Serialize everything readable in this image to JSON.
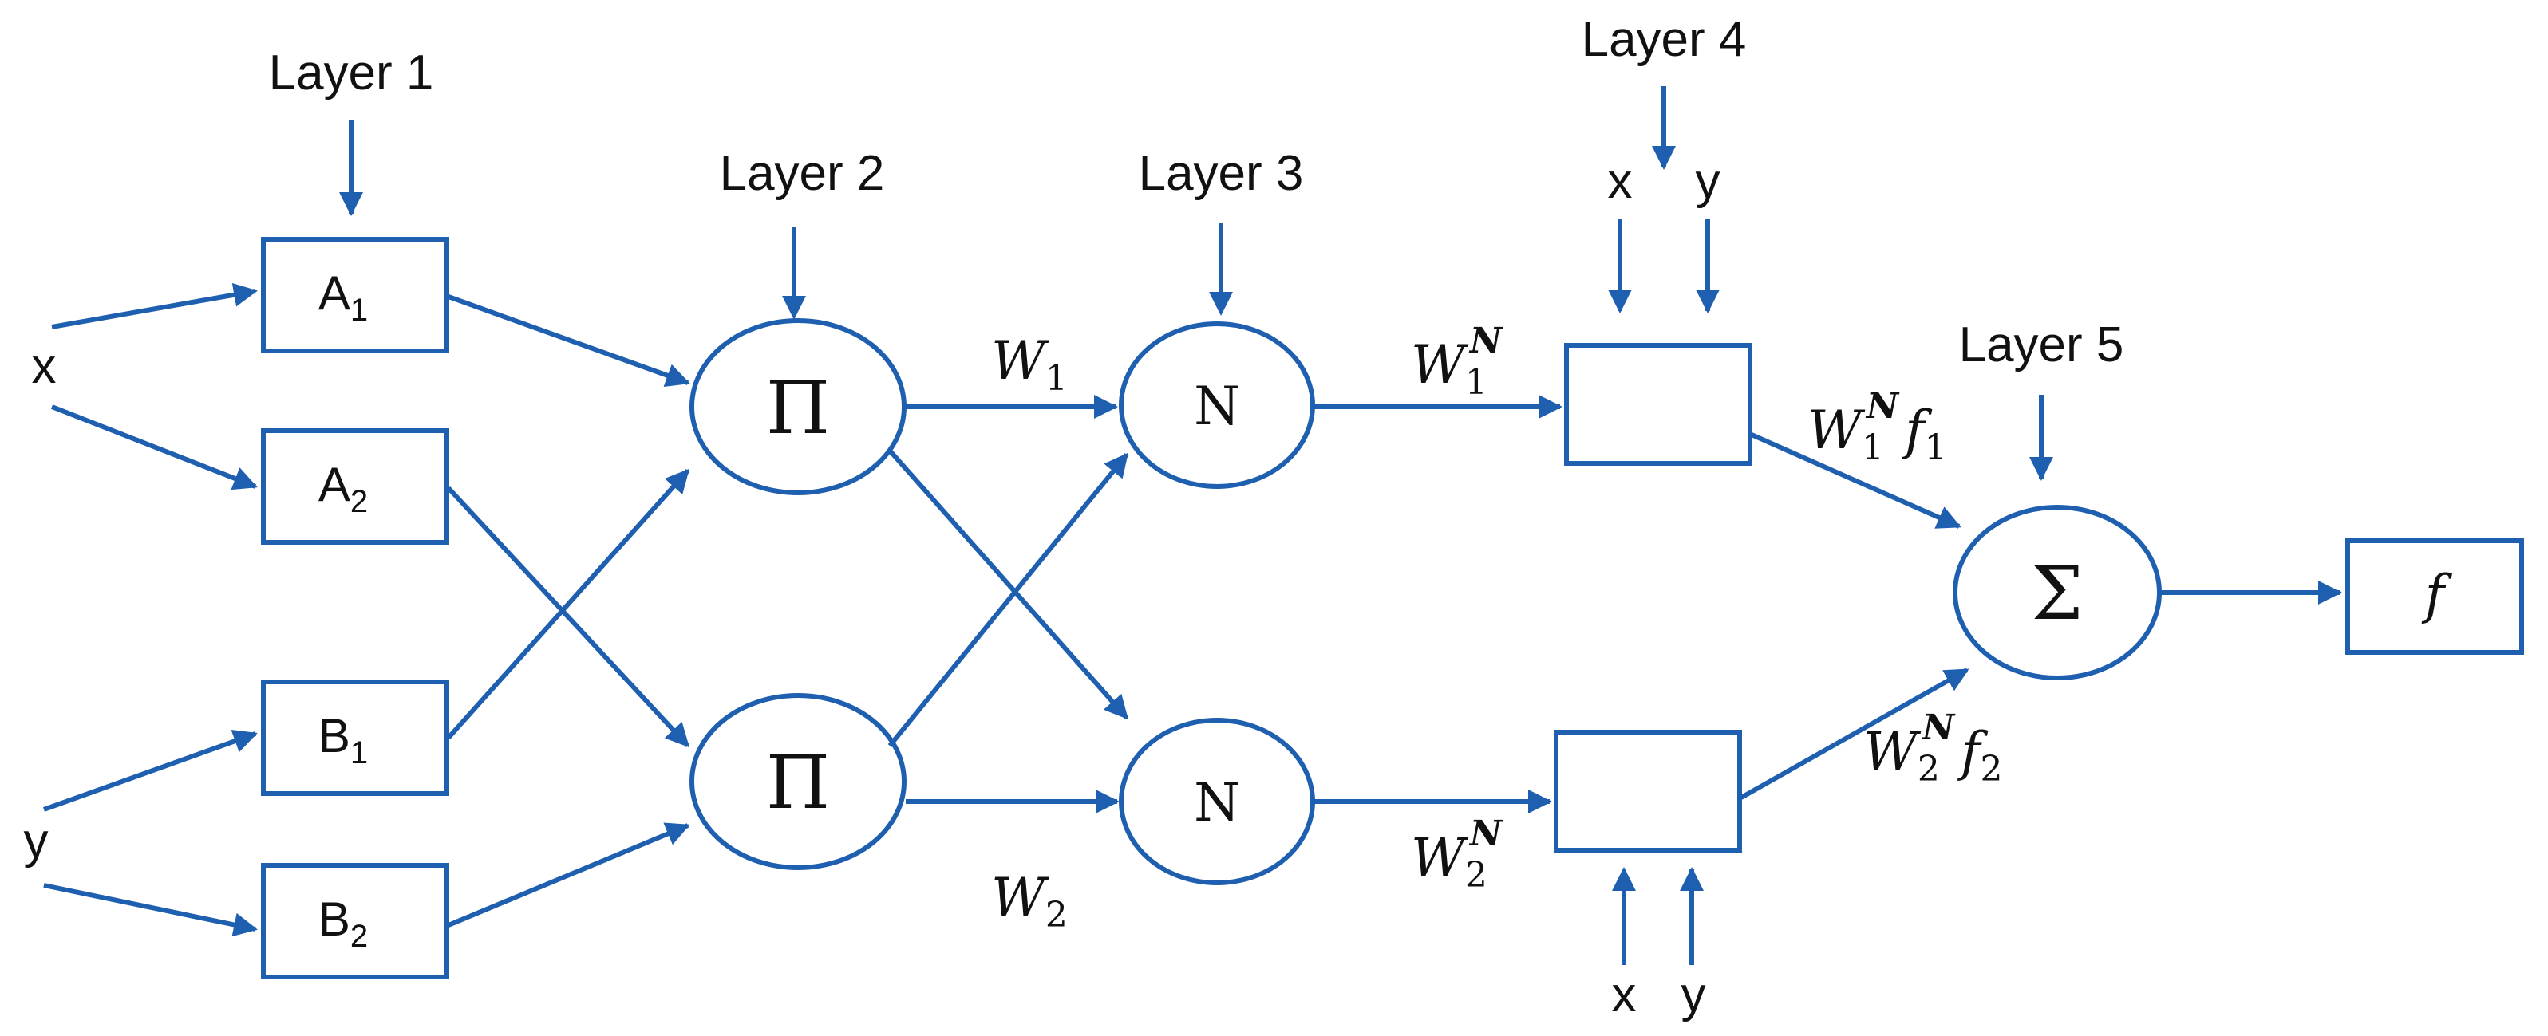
{
  "colors": {
    "accent": "#1f5fb0",
    "text": "#111111",
    "background": "#ffffff"
  },
  "layers": {
    "layer1": "Layer 1",
    "layer2": "Layer 2",
    "layer3": "Layer 3",
    "layer4": "Layer 4",
    "layer5": "Layer 5"
  },
  "inputs": {
    "x": "x",
    "y": "y"
  },
  "membership": {
    "a1": {
      "base": "A",
      "sub": "1"
    },
    "a2": {
      "base": "A",
      "sub": "2"
    },
    "b1": {
      "base": "B",
      "sub": "1"
    },
    "b2": {
      "base": "B",
      "sub": "2"
    }
  },
  "product_nodes": {
    "top": "Π",
    "bottom": "Π"
  },
  "norm_nodes": {
    "top": "N",
    "bottom": "N"
  },
  "sum_node": "Σ",
  "output": "f",
  "weights": {
    "w1": {
      "base": "W",
      "sub": "1"
    },
    "w2": {
      "base": "W",
      "sub": "2"
    },
    "w1n": {
      "base": "W",
      "sub": "1",
      "sup": "N"
    },
    "w2n": {
      "base": "W",
      "sub": "2",
      "sup": "N"
    },
    "w1nf1": {
      "base": "W",
      "sub": "1",
      "sup": "N",
      "f": "f",
      "fsub": "1"
    },
    "w2nf2": {
      "base": "W",
      "sub": "2",
      "sup": "N",
      "f": "f",
      "fsub": "2"
    }
  },
  "consequent_inputs": {
    "top_x": "x",
    "top_y": "y",
    "bottom_x": "x",
    "bottom_y": "y"
  }
}
